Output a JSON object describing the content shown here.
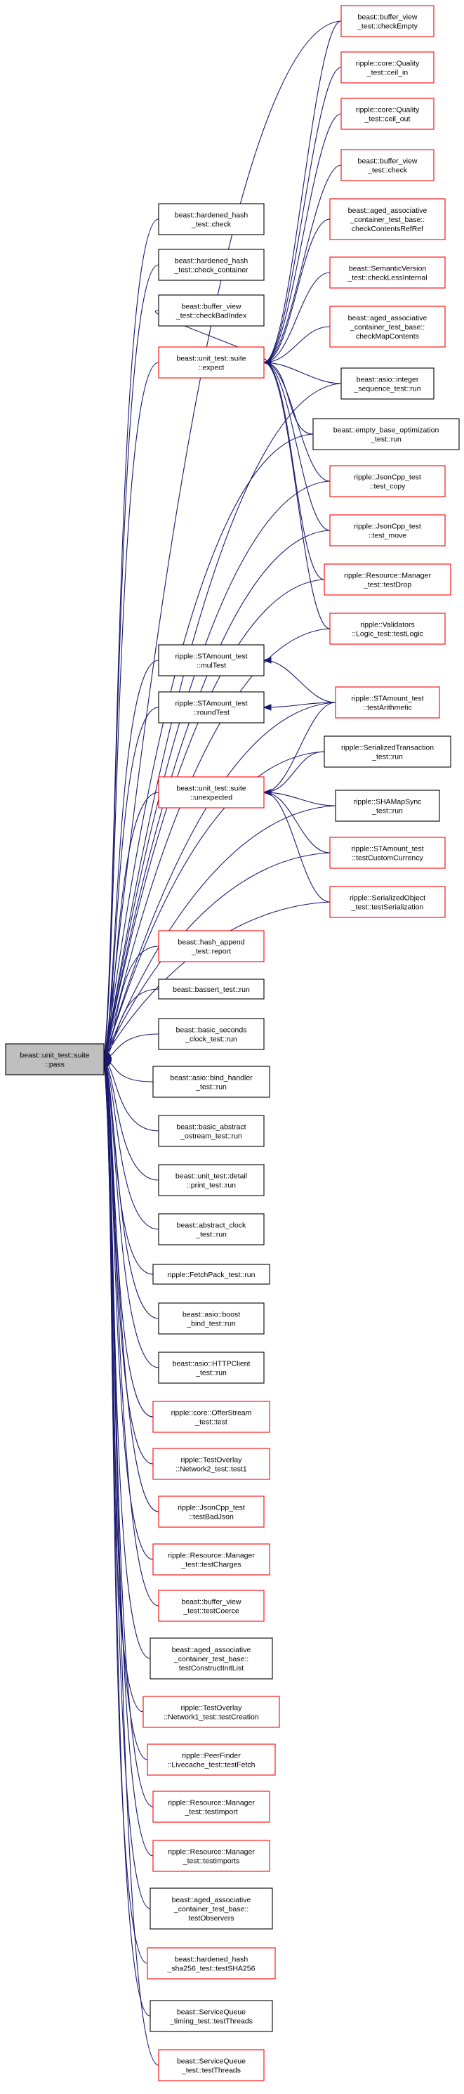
{
  "graph": {
    "root": {
      "id": "pass",
      "lines": [
        "beast::unit_test::suite",
        "::pass"
      ]
    },
    "colors": {
      "edge": "#191970",
      "box_border_documented": "#000000",
      "box_border_undocumented": "#ff0000",
      "root_fill": "#bfbfbf"
    },
    "nodes": [
      {
        "id": "expect",
        "lines": [
          "beast::unit_test::suite",
          "::expect"
        ],
        "border": "red"
      },
      {
        "id": "unexpected",
        "lines": [
          "beast::unit_test::suite",
          "::unexpected"
        ],
        "border": "red"
      },
      {
        "id": "checkEmpty",
        "lines": [
          "beast::buffer_view",
          "_test::checkEmpty"
        ],
        "border": "red"
      },
      {
        "id": "ceil_in",
        "lines": [
          "ripple::core::Quality",
          "_test::ceil_in"
        ],
        "border": "red"
      },
      {
        "id": "ceil_out",
        "lines": [
          "ripple::core::Quality",
          "_test::ceil_out"
        ],
        "border": "red"
      },
      {
        "id": "check_bv",
        "lines": [
          "beast::buffer_view",
          "_test::check"
        ],
        "border": "red"
      },
      {
        "id": "checkContentsRefRef",
        "lines": [
          "beast::aged_associative",
          "_container_test_base::",
          "checkContentsRefRef"
        ],
        "border": "red"
      },
      {
        "id": "checkLessInternal",
        "lines": [
          "beast::SemanticVersion",
          "_test::checkLessInternal"
        ],
        "border": "red"
      },
      {
        "id": "checkMapContents",
        "lines": [
          "beast::aged_associative",
          "_container_test_base::",
          "checkMapContents"
        ],
        "border": "red"
      },
      {
        "id": "hh_check",
        "lines": [
          "beast::hardened_hash",
          "_test::check"
        ],
        "border": "black"
      },
      {
        "id": "hh_check_container",
        "lines": [
          "beast::hardened_hash",
          "_test::check_container"
        ],
        "border": "black"
      },
      {
        "id": "checkBadIndex",
        "lines": [
          "beast::buffer_view",
          "_test::checkBadIndex"
        ],
        "border": "black"
      },
      {
        "id": "integer_sequence",
        "lines": [
          "beast::asio::integer",
          "_sequence_test::run"
        ],
        "border": "black"
      },
      {
        "id": "empty_base",
        "lines": [
          "beast::empty_base_optimization",
          "_test::run"
        ],
        "border": "black"
      },
      {
        "id": "test_copy",
        "lines": [
          "ripple::JsonCpp_test",
          "::test_copy"
        ],
        "border": "red"
      },
      {
        "id": "test_move",
        "lines": [
          "ripple::JsonCpp_test",
          "::test_move"
        ],
        "border": "red"
      },
      {
        "id": "testDrop",
        "lines": [
          "ripple::Resource::Manager",
          "_test::testDrop"
        ],
        "border": "red"
      },
      {
        "id": "testLogic",
        "lines": [
          "ripple::Validators",
          "::Logic_test::testLogic"
        ],
        "border": "red"
      },
      {
        "id": "mulTest",
        "lines": [
          "ripple::STAmount_test",
          "::mulTest"
        ],
        "border": "black"
      },
      {
        "id": "roundTest",
        "lines": [
          "ripple::STAmount_test",
          "::roundTest"
        ],
        "border": "black"
      },
      {
        "id": "testArithmetic",
        "lines": [
          "ripple::STAmount_test",
          "::testArithmetic"
        ],
        "border": "red"
      },
      {
        "id": "serialized_tx",
        "lines": [
          "ripple::SerializedTransaction",
          "_test::run"
        ],
        "border": "black"
      },
      {
        "id": "shamapsync",
        "lines": [
          "ripple::SHAMapSync",
          "_test::run"
        ],
        "border": "black"
      },
      {
        "id": "testCustomCurrency",
        "lines": [
          "ripple::STAmount_test",
          "::testCustomCurrency"
        ],
        "border": "red"
      },
      {
        "id": "testSerialization",
        "lines": [
          "ripple::SerializedObject",
          "_test::testSerialization"
        ],
        "border": "red"
      },
      {
        "id": "hash_append",
        "lines": [
          "beast::hash_append",
          "_test::report"
        ],
        "border": "red"
      },
      {
        "id": "bassert",
        "lines": [
          "beast::bassert_test::run"
        ],
        "border": "black"
      },
      {
        "id": "basic_seconds",
        "lines": [
          "beast::basic_seconds",
          "_clock_test::run"
        ],
        "border": "black"
      },
      {
        "id": "bind_handler",
        "lines": [
          "beast::asio::bind_handler",
          "_test::run"
        ],
        "border": "black"
      },
      {
        "id": "basic_abstract",
        "lines": [
          "beast::basic_abstract",
          "_ostream_test::run"
        ],
        "border": "black"
      },
      {
        "id": "print_test",
        "lines": [
          "beast::unit_test::detail",
          "::print_test::run"
        ],
        "border": "black"
      },
      {
        "id": "abstract_clock",
        "lines": [
          "beast::abstract_clock",
          "_test::run"
        ],
        "border": "black"
      },
      {
        "id": "fetchpack",
        "lines": [
          "ripple::FetchPack_test::run"
        ],
        "border": "black"
      },
      {
        "id": "boost_bind",
        "lines": [
          "beast::asio::boost",
          "_bind_test::run"
        ],
        "border": "black"
      },
      {
        "id": "httpclient",
        "lines": [
          "beast::asio::HTTPClient",
          "_test::run"
        ],
        "border": "black"
      },
      {
        "id": "offerstream",
        "lines": [
          "ripple::core::OfferStream",
          "_test::test"
        ],
        "border": "red"
      },
      {
        "id": "network2",
        "lines": [
          "ripple::TestOverlay",
          "::Network2_test::test1"
        ],
        "border": "red"
      },
      {
        "id": "testBadJson",
        "lines": [
          "ripple::JsonCpp_test",
          "::testBadJson"
        ],
        "border": "red"
      },
      {
        "id": "testCharges",
        "lines": [
          "ripple::Resource::Manager",
          "_test::testCharges"
        ],
        "border": "red"
      },
      {
        "id": "testCoerce",
        "lines": [
          "beast::buffer_view",
          "_test::testCoerce"
        ],
        "border": "red"
      },
      {
        "id": "testConstructInitList",
        "lines": [
          "beast::aged_associative",
          "_container_test_base::",
          "testConstructInitList"
        ],
        "border": "black"
      },
      {
        "id": "testCreation",
        "lines": [
          "ripple::TestOverlay",
          "::Network1_test::testCreation"
        ],
        "border": "red"
      },
      {
        "id": "testFetch",
        "lines": [
          "ripple::PeerFinder",
          "::Livecache_test::testFetch"
        ],
        "border": "red"
      },
      {
        "id": "testImport",
        "lines": [
          "ripple::Resource::Manager",
          "_test::testImport"
        ],
        "border": "red"
      },
      {
        "id": "testImports",
        "lines": [
          "ripple::Resource::Manager",
          "_test::testImports"
        ],
        "border": "red"
      },
      {
        "id": "testObservers",
        "lines": [
          "beast::aged_associative",
          "_container_test_base::",
          "testObservers"
        ],
        "border": "black"
      },
      {
        "id": "testSHA256",
        "lines": [
          "beast::hardened_hash",
          "_sha256_test::testSHA256"
        ],
        "border": "red"
      },
      {
        "id": "sq_timing",
        "lines": [
          "beast::ServiceQueue",
          "_timing_test::testThreads"
        ],
        "border": "black"
      },
      {
        "id": "sq_test",
        "lines": [
          "beast::ServiceQueue",
          "_test::testThreads"
        ],
        "border": "red"
      }
    ]
  }
}
